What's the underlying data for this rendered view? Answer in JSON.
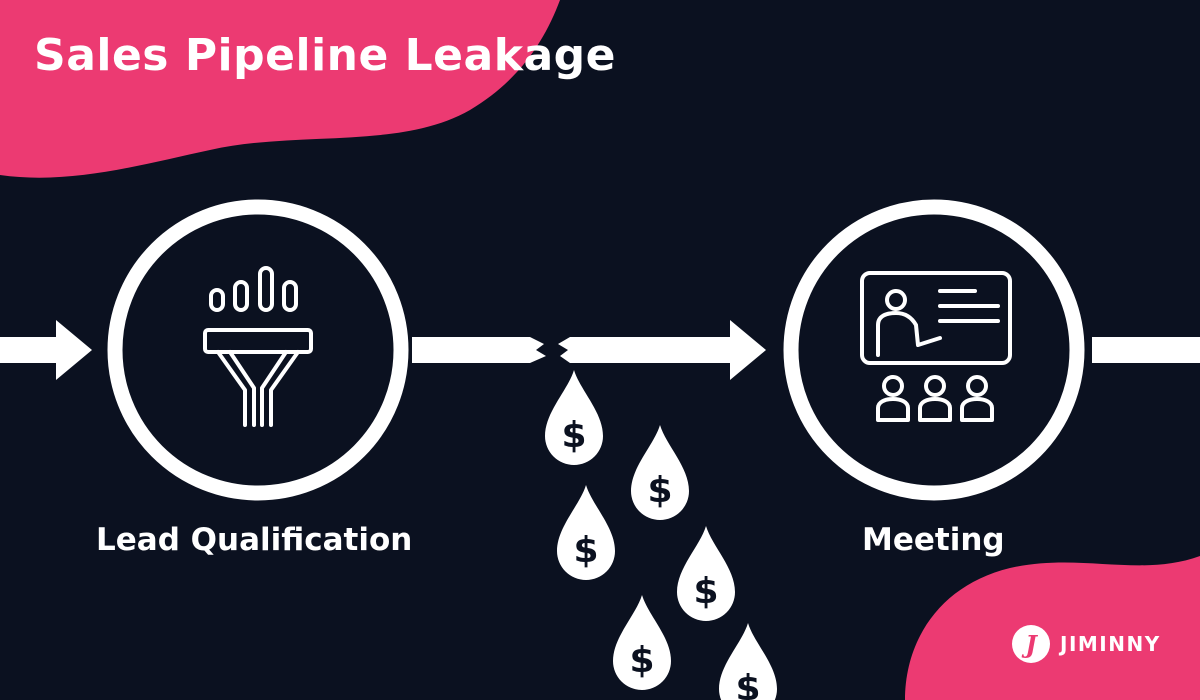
{
  "title": "Sales Pipeline Leakage",
  "stages": [
    {
      "label": "Lead Qualification",
      "icon": "funnel-icon"
    },
    {
      "label": "Meeting",
      "icon": "presentation-icon"
    }
  ],
  "leak": {
    "icon": "money-drop-icon",
    "symbol": "$",
    "drop_count": 6
  },
  "brand": {
    "name": "JIMINNY",
    "logo_letter": "J"
  },
  "colors": {
    "background": "#0b1120",
    "accent": "#ec3a72",
    "foreground": "#ffffff"
  }
}
